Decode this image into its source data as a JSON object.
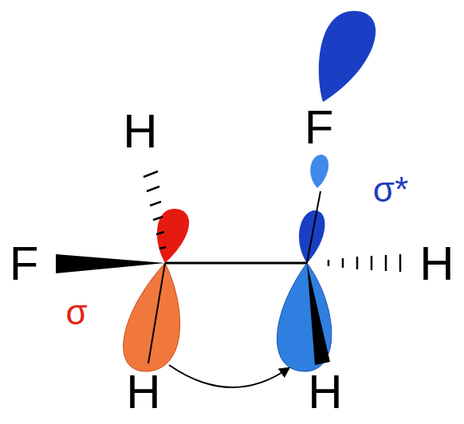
{
  "diagram": {
    "labels": [
      "H",
      "F",
      "σ*",
      "F",
      "H",
      "σ",
      "H",
      "H"
    ]
  }
}
